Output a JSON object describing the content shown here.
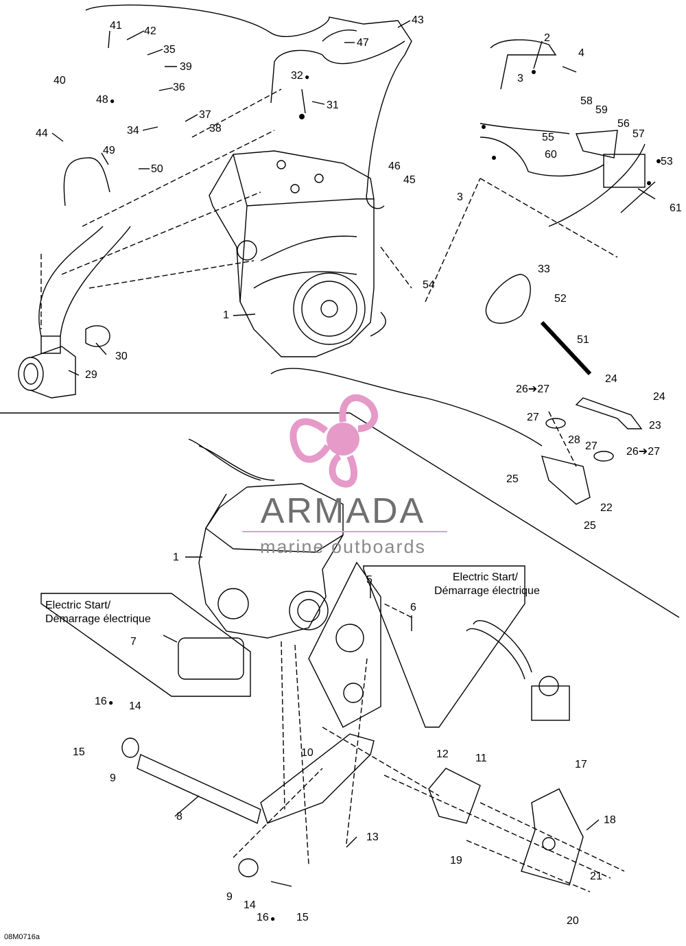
{
  "figure_code": "08M0716a",
  "watermark": {
    "title": "ARMADA",
    "subtitle": "marine outboards"
  },
  "electric_start_box_top": "Electric Start/\nDémarrage électrique",
  "electric_start_box_left": "Electric Start/\nDémarrage électrique",
  "callouts": [
    {
      "id": "41",
      "text": "41"
    },
    {
      "id": "42",
      "text": "42"
    },
    {
      "id": "35",
      "text": "35"
    },
    {
      "id": "39",
      "text": "39"
    },
    {
      "id": "40",
      "text": "40"
    },
    {
      "id": "36",
      "text": "36"
    },
    {
      "id": "48",
      "text": "48"
    },
    {
      "id": "37",
      "text": "37"
    },
    {
      "id": "34",
      "text": "34"
    },
    {
      "id": "38",
      "text": "38"
    },
    {
      "id": "44",
      "text": "44"
    },
    {
      "id": "49",
      "text": "49"
    },
    {
      "id": "50",
      "text": "50"
    },
    {
      "id": "43",
      "text": "43"
    },
    {
      "id": "47",
      "text": "47"
    },
    {
      "id": "32",
      "text": "32"
    },
    {
      "id": "31",
      "text": "31"
    },
    {
      "id": "46",
      "text": "46"
    },
    {
      "id": "45",
      "text": "45"
    },
    {
      "id": "2",
      "text": "2"
    },
    {
      "id": "4",
      "text": "4"
    },
    {
      "id": "3a",
      "text": "3"
    },
    {
      "id": "58",
      "text": "58"
    },
    {
      "id": "59",
      "text": "59"
    },
    {
      "id": "56",
      "text": "56"
    },
    {
      "id": "57",
      "text": "57"
    },
    {
      "id": "55",
      "text": "55"
    },
    {
      "id": "60",
      "text": "60"
    },
    {
      "id": "53",
      "text": "53"
    },
    {
      "id": "3b",
      "text": "3"
    },
    {
      "id": "61",
      "text": "61"
    },
    {
      "id": "33",
      "text": "33"
    },
    {
      "id": "52",
      "text": "52"
    },
    {
      "id": "54",
      "text": "54"
    },
    {
      "id": "1a",
      "text": "1"
    },
    {
      "id": "51",
      "text": "51"
    },
    {
      "id": "30",
      "text": "30"
    },
    {
      "id": "29",
      "text": "29"
    },
    {
      "id": "24a",
      "text": "24"
    },
    {
      "id": "26a",
      "text": "26➔27"
    },
    {
      "id": "24b",
      "text": "24"
    },
    {
      "id": "27a",
      "text": "27"
    },
    {
      "id": "23",
      "text": "23"
    },
    {
      "id": "28",
      "text": "28"
    },
    {
      "id": "27b",
      "text": "27"
    },
    {
      "id": "26b",
      "text": "26➔27"
    },
    {
      "id": "25a",
      "text": "25"
    },
    {
      "id": "22",
      "text": "22"
    },
    {
      "id": "25b",
      "text": "25"
    },
    {
      "id": "1b",
      "text": "1"
    },
    {
      "id": "5",
      "text": "5"
    },
    {
      "id": "6",
      "text": "6"
    },
    {
      "id": "7",
      "text": "7"
    },
    {
      "id": "16a",
      "text": "16"
    },
    {
      "id": "14a",
      "text": "14"
    },
    {
      "id": "15a",
      "text": "15"
    },
    {
      "id": "10",
      "text": "10"
    },
    {
      "id": "9a",
      "text": "9"
    },
    {
      "id": "12",
      "text": "12"
    },
    {
      "id": "11",
      "text": "11"
    },
    {
      "id": "17",
      "text": "17"
    },
    {
      "id": "8",
      "text": "8"
    },
    {
      "id": "18",
      "text": "18"
    },
    {
      "id": "13",
      "text": "13"
    },
    {
      "id": "19",
      "text": "19"
    },
    {
      "id": "21",
      "text": "21"
    },
    {
      "id": "9b",
      "text": "9"
    },
    {
      "id": "14b",
      "text": "14"
    },
    {
      "id": "15b",
      "text": "15"
    },
    {
      "id": "16b",
      "text": "16"
    },
    {
      "id": "20",
      "text": "20"
    }
  ]
}
